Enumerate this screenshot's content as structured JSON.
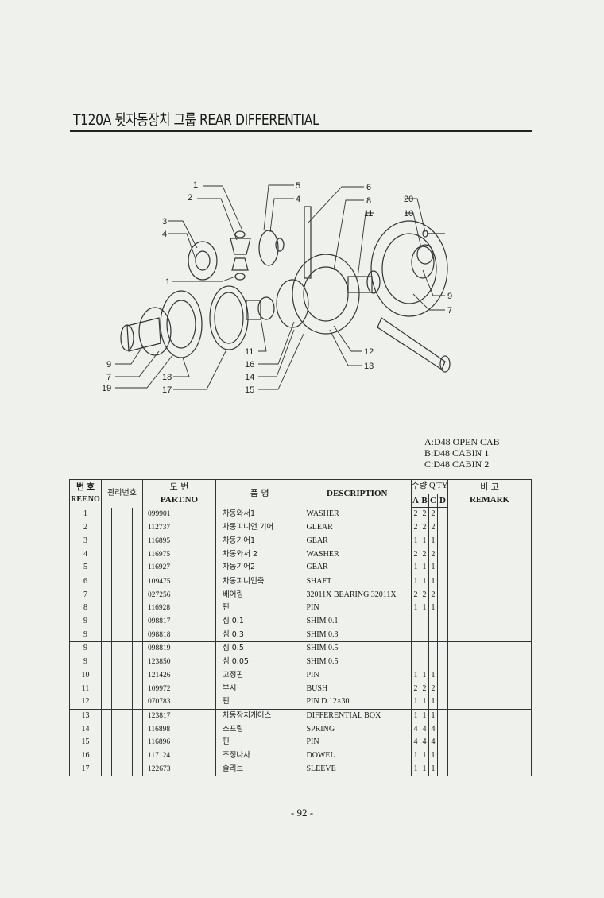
{
  "page_title": "T120A 뒷자동장치 그룹 REAR DIFFERENTIAL",
  "diagram": {
    "callouts": [
      "1",
      "2",
      "3",
      "4",
      "1",
      "5",
      "4",
      "6",
      "8",
      "11",
      "20",
      "10",
      "9",
      "7",
      "11",
      "16",
      "14",
      "15",
      "12",
      "13",
      "9",
      "7",
      "19",
      "18",
      "17"
    ]
  },
  "notes": [
    "A:D48 OPEN CAB",
    "B:D48 CABIN 1",
    "C:D48 CABIN 2"
  ],
  "table": {
    "headers": {
      "ref_ko": "번 호",
      "ref_en": "REF.NO",
      "mgmt": "관리번호",
      "part_ko": "도 번",
      "part_en": "PART.NO",
      "name": "품 명",
      "desc": "DESCRIPTION",
      "qty": "수량 Q'TY",
      "qty_cols": [
        "A",
        "B",
        "C",
        "D"
      ],
      "remark_ko": "비 고",
      "remark_en": "REMARK"
    },
    "rows": [
      {
        "ref": "1",
        "part": "099901",
        "name": "차동와서1",
        "desc": "WASHER",
        "a": "2",
        "b": "2",
        "c": "2",
        "d": ""
      },
      {
        "ref": "2",
        "part": "112737",
        "name": "차동피니언 기어",
        "desc": "GLEAR",
        "a": "2",
        "b": "2",
        "c": "2",
        "d": ""
      },
      {
        "ref": "3",
        "part": "116895",
        "name": "차동기어1",
        "desc": "GEAR",
        "a": "1",
        "b": "1",
        "c": "1",
        "d": ""
      },
      {
        "ref": "4",
        "part": "116975",
        "name": "차동와서 2",
        "desc": "WASHER",
        "a": "2",
        "b": "2",
        "c": "2",
        "d": ""
      },
      {
        "ref": "5",
        "part": "116927",
        "name": "차동기어2",
        "desc": "GEAR",
        "a": "1",
        "b": "1",
        "c": "1",
        "d": ""
      },
      {
        "ref": "6",
        "part": "109475",
        "name": "차동피니언축",
        "desc": "SHAFT",
        "a": "1",
        "b": "1",
        "c": "1",
        "d": ""
      },
      {
        "ref": "7",
        "part": "027256",
        "name": "베어링",
        "desc": "32011X BEARING 32011X",
        "a": "2",
        "b": "2",
        "c": "2",
        "d": ""
      },
      {
        "ref": "8",
        "part": "116928",
        "name": "핀",
        "desc": "PIN",
        "a": "1",
        "b": "1",
        "c": "1",
        "d": ""
      },
      {
        "ref": "9",
        "part": "098817",
        "name": "심 0.1",
        "desc": "SHIM 0.1",
        "a": "",
        "b": "",
        "c": "",
        "d": ""
      },
      {
        "ref": "9",
        "part": "098818",
        "name": "심 0.3",
        "desc": "SHIM 0.3",
        "a": "",
        "b": "",
        "c": "",
        "d": ""
      },
      {
        "ref": "9",
        "part": "098819",
        "name": "심 0.5",
        "desc": "SHIM 0.5",
        "a": "",
        "b": "",
        "c": "",
        "d": ""
      },
      {
        "ref": "9",
        "part": "123850",
        "name": "심 0.05",
        "desc": "SHIM 0.5",
        "a": "",
        "b": "",
        "c": "",
        "d": ""
      },
      {
        "ref": "10",
        "part": "121426",
        "name": "고정핀",
        "desc": "PIN",
        "a": "1",
        "b": "1",
        "c": "1",
        "d": ""
      },
      {
        "ref": "11",
        "part": "109972",
        "name": "부시",
        "desc": "BUSH",
        "a": "2",
        "b": "2",
        "c": "2",
        "d": ""
      },
      {
        "ref": "12",
        "part": "070783",
        "name": "핀",
        "desc": "PIN D.12×30",
        "a": "1",
        "b": "1",
        "c": "1",
        "d": ""
      },
      {
        "ref": "13",
        "part": "123817",
        "name": "차동장치케이스",
        "desc": "DIFFERENTIAL BOX",
        "a": "1",
        "b": "1",
        "c": "1",
        "d": ""
      },
      {
        "ref": "14",
        "part": "116898",
        "name": "스프링",
        "desc": "SPRING",
        "a": "4",
        "b": "4",
        "c": "4",
        "d": ""
      },
      {
        "ref": "15",
        "part": "116896",
        "name": "핀",
        "desc": "PIN",
        "a": "4",
        "b": "4",
        "c": "4",
        "d": ""
      },
      {
        "ref": "16",
        "part": "117124",
        "name": "조정나사",
        "desc": "DOWEL",
        "a": "1",
        "b": "1",
        "c": "1",
        "d": ""
      },
      {
        "ref": "17",
        "part": "122673",
        "name": "슬리브",
        "desc": "SLEEVE",
        "a": "1",
        "b": "1",
        "c": "1",
        "d": ""
      }
    ]
  },
  "page_number": "- 92 -"
}
